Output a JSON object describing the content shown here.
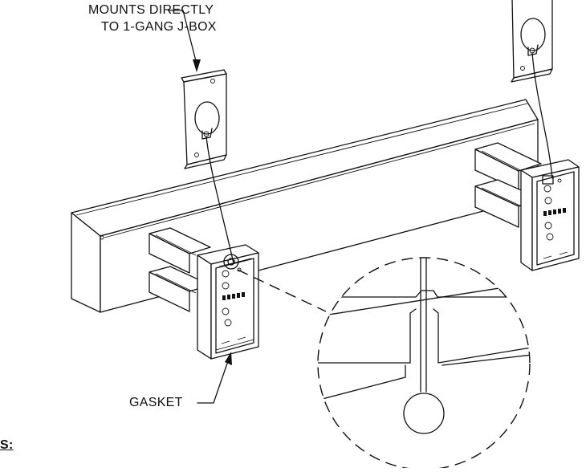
{
  "labels": {
    "mounts_line1": "MOUNTS DIRECTLY",
    "mounts_line2": "TO 1-GANG J-BOX",
    "gasket": "GASKET",
    "notes_partial": "S:"
  },
  "colors": {
    "ink": "#111111",
    "background": "#ffffff"
  }
}
